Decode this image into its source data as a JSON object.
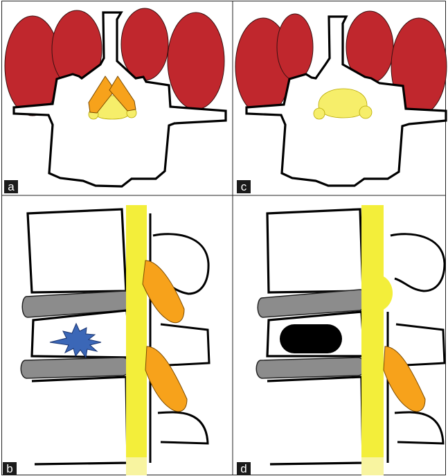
{
  "panels": [
    {
      "id": "a",
      "label": "a"
    },
    {
      "id": "b",
      "label": "b"
    },
    {
      "id": "c",
      "label": "c"
    },
    {
      "id": "d",
      "label": "d"
    }
  ],
  "colors": {
    "muscle": "#c0272d",
    "ligamentum_flavum": "#f7a21b",
    "ligamentum_flavum_light": "#fbbd45",
    "dural_sac": "#f3ee3a",
    "dural_sac_light": "#f6ee6a",
    "disc": "#8c8c8c",
    "lesion_star": "#3b67b7",
    "black_lesion": "#000000",
    "outline": "#111111",
    "label_bg": "#1b1b1b"
  },
  "icons": [
    "burst-star-icon",
    "black-oval-lesion-icon"
  ]
}
